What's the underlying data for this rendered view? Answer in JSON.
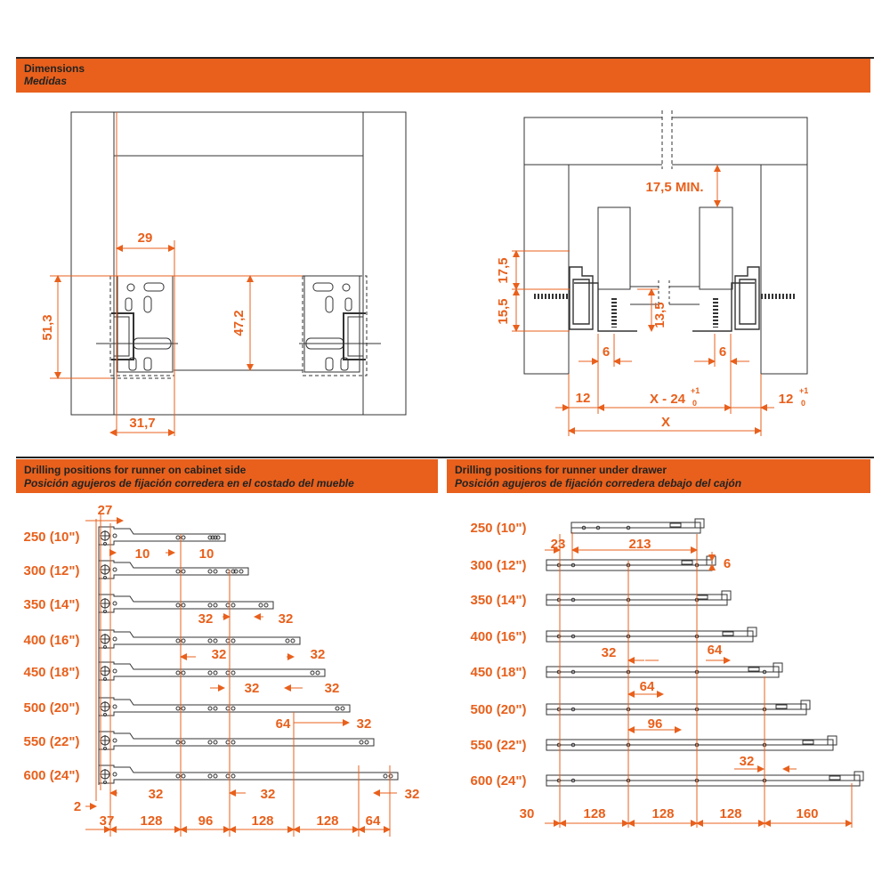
{
  "sections": {
    "dimensions": {
      "title": "Dimensions",
      "subtitle": "Medidas"
    },
    "cabinet": {
      "title": "Drilling positions for runner on cabinet side",
      "subtitle": "Posición agujeros de fijación corredera en el costado del mueble"
    },
    "drawer": {
      "title": "Drilling positions for runner under drawer",
      "subtitle": "Posición agujeros de fijación corredera debajo del cajón"
    }
  },
  "front_view": {
    "w29": "29",
    "h513": "51,3",
    "h472": "47,2",
    "w317": "31,7"
  },
  "section_view": {
    "min_gap": "17,5 MIN.",
    "v175": "17,5",
    "v155": "15,5",
    "v135": "13,5",
    "six_left": "6",
    "six_right": "6",
    "left12": "12",
    "x_minus": "X - 24",
    "x_minus_tol_up": "+1",
    "x_minus_tol_down": "0",
    "right12": "12",
    "right12_tol_up": "+1",
    "right12_tol_down": "0",
    "x": "X"
  },
  "runner_lengths": [
    "250 (10\")",
    "300 (12\")",
    "350 (14\")",
    "400 (16\")",
    "450 (18\")",
    "500 (20\")",
    "550 (22\")",
    "600 (24\")"
  ],
  "cabinet_dims": {
    "top27": "27",
    "d10a": "10",
    "d10b": "10",
    "d32a": "32",
    "d32b": "32",
    "d32c": "32",
    "d32d": "32",
    "d32e": "32",
    "d32f": "32",
    "d64": "64",
    "d32g": "32",
    "d32h": "32",
    "d32i": "32",
    "d32j": "32",
    "d2": "2",
    "bottom": [
      "37",
      "128",
      "96",
      "128",
      "128",
      "64"
    ]
  },
  "drawer_dims": {
    "d23": "23",
    "d213": "213",
    "d6": "6",
    "d32a": "32",
    "d64a": "64",
    "d64b": "64",
    "d96": "96",
    "d32b": "32",
    "bottom": [
      "30",
      "128",
      "128",
      "128",
      "160"
    ]
  }
}
